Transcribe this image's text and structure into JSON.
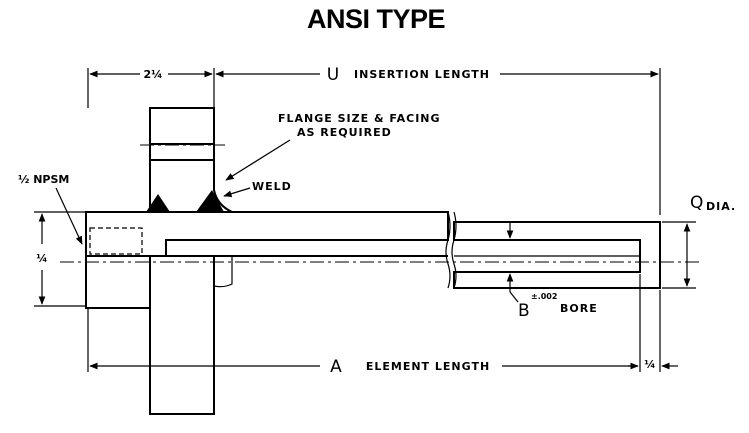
{
  "title": "ANSI TYPE",
  "labels": {
    "flange_thickness": "2¼",
    "insertion_length_symbol": "U",
    "insertion_length_text": "INSERTION LENGTH",
    "flange_note_line1": "FLANGE SIZE & FACING",
    "flange_note_line2": "AS REQUIRED",
    "weld": "WELD",
    "thread": "½ NPSM",
    "thread_offset": "¼",
    "tip_diameter_symbol": "Q",
    "tip_diameter_text": "DIA.",
    "bore_symbol": "B",
    "bore_tolerance": "±.002",
    "bore_text": "BORE",
    "element_length_symbol": "A",
    "element_length_text": "ELEMENT LENGTH",
    "tip_allowance": "¼"
  }
}
